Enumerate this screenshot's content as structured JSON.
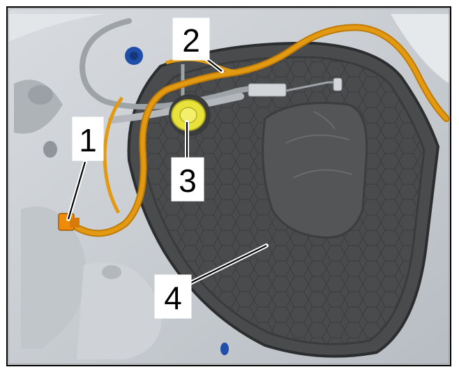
{
  "callouts": [
    {
      "label": "1",
      "part": "wiring-harness-connector"
    },
    {
      "label": "2",
      "part": "wiring-harness"
    },
    {
      "label": "3",
      "part": "yellow-plug"
    },
    {
      "label": "4",
      "part": "door-trim-cover-panel"
    }
  ],
  "colors": {
    "door_frame": "#c9ced3",
    "cover_panel": "#4a4b4d",
    "harness": "#e29a12",
    "plug": "#e9e23a",
    "connector": "#f08a0a",
    "clip_blue": "#1f4fa8",
    "cable_grey": "#9ea3a8"
  }
}
